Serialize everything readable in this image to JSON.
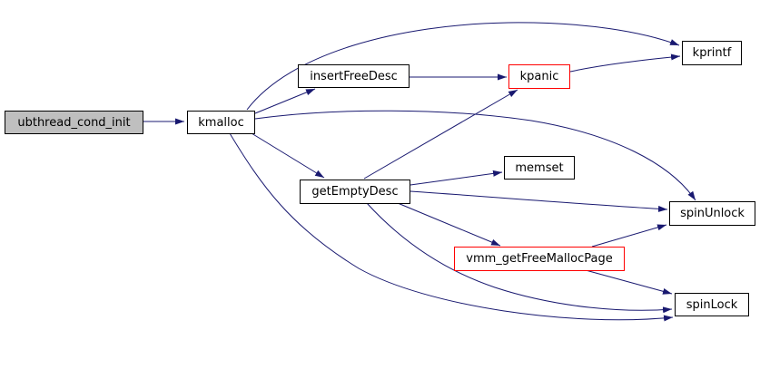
{
  "diagram": {
    "kind": "function-call-graph",
    "colors": {
      "background": "#ffffff",
      "edge": "#191970",
      "node_border": "#000000",
      "highlight_border": "#ff0000",
      "root_fill": "#bfbfbf",
      "node_fill": "#ffffff",
      "text": "#000000"
    },
    "nodes": {
      "ubthread_cond_init": {
        "label": "ubthread_cond_init",
        "role": "root"
      },
      "kmalloc": {
        "label": "kmalloc"
      },
      "insertFreeDesc": {
        "label": "insertFreeDesc"
      },
      "kpanic": {
        "label": "kpanic",
        "highlighted": true
      },
      "kprintf": {
        "label": "kprintf"
      },
      "getEmptyDesc": {
        "label": "getEmptyDesc"
      },
      "memset": {
        "label": "memset"
      },
      "spinUnlock": {
        "label": "spinUnlock"
      },
      "vmm_getFreeMallocPage": {
        "label": "vmm_getFreeMallocPage",
        "highlighted": true
      },
      "spinLock": {
        "label": "spinLock"
      }
    },
    "edges": [
      {
        "from": "ubthread_cond_init",
        "to": "kmalloc"
      },
      {
        "from": "kmalloc",
        "to": "kprintf"
      },
      {
        "from": "kmalloc",
        "to": "insertFreeDesc"
      },
      {
        "from": "kmalloc",
        "to": "spinUnlock"
      },
      {
        "from": "kmalloc",
        "to": "getEmptyDesc"
      },
      {
        "from": "kmalloc",
        "to": "spinLock"
      },
      {
        "from": "insertFreeDesc",
        "to": "kpanic"
      },
      {
        "from": "kpanic",
        "to": "kprintf"
      },
      {
        "from": "getEmptyDesc",
        "to": "memset"
      },
      {
        "from": "getEmptyDesc",
        "to": "kpanic"
      },
      {
        "from": "getEmptyDesc",
        "to": "spinUnlock"
      },
      {
        "from": "getEmptyDesc",
        "to": "vmm_getFreeMallocPage"
      },
      {
        "from": "getEmptyDesc",
        "to": "spinLock"
      },
      {
        "from": "vmm_getFreeMallocPage",
        "to": "spinUnlock"
      },
      {
        "from": "vmm_getFreeMallocPage",
        "to": "spinLock"
      }
    ]
  }
}
